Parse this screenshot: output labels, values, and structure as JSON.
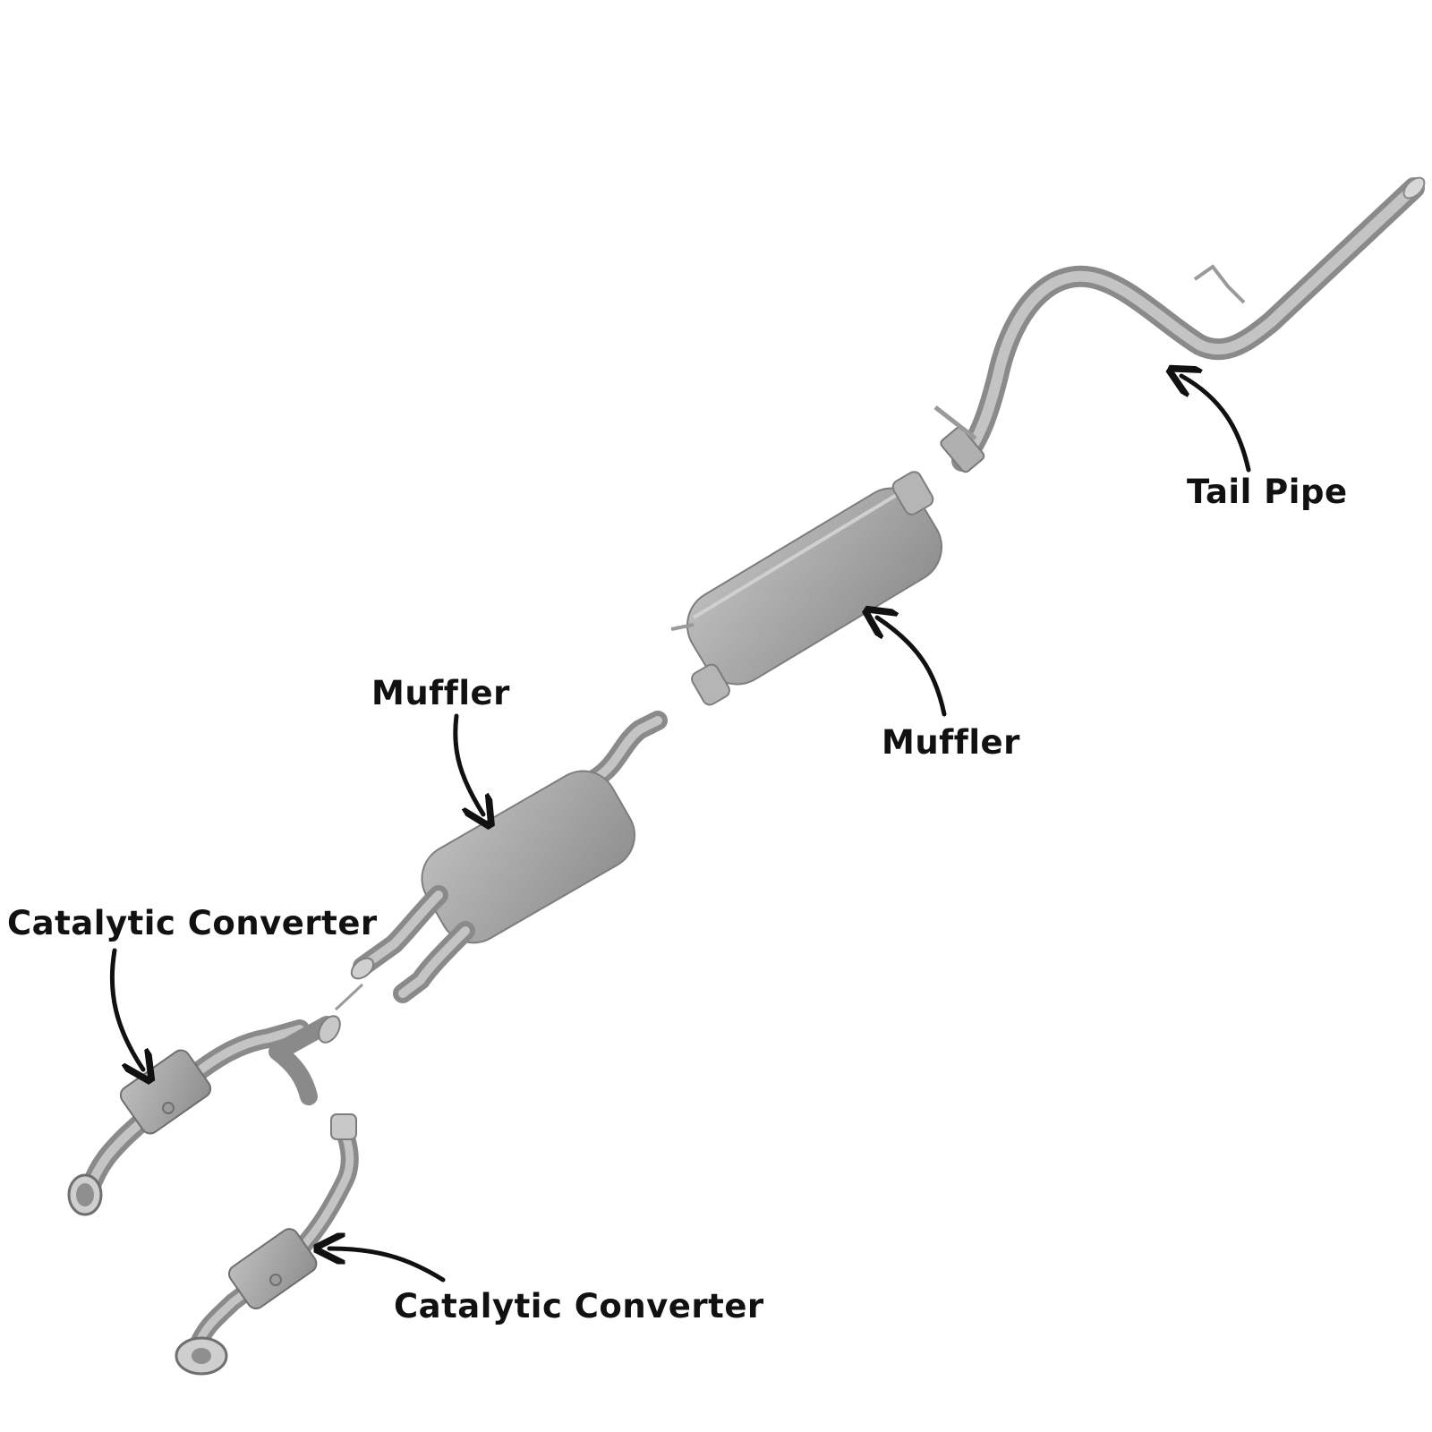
{
  "labels": {
    "tail_pipe": "Tail Pipe",
    "muffler_upper": "Muffler",
    "muffler_lower": "Muffler",
    "catalytic_converter_upper": "Catalytic Converter",
    "catalytic_converter_lower": "Catalytic Converter"
  },
  "colors": {
    "metal": "#a3a3a3",
    "metal_light": "#c8c8c8",
    "metal_dark": "#7d7d7d",
    "arrow": "#111111",
    "text": "#111111",
    "background": "#ffffff"
  }
}
